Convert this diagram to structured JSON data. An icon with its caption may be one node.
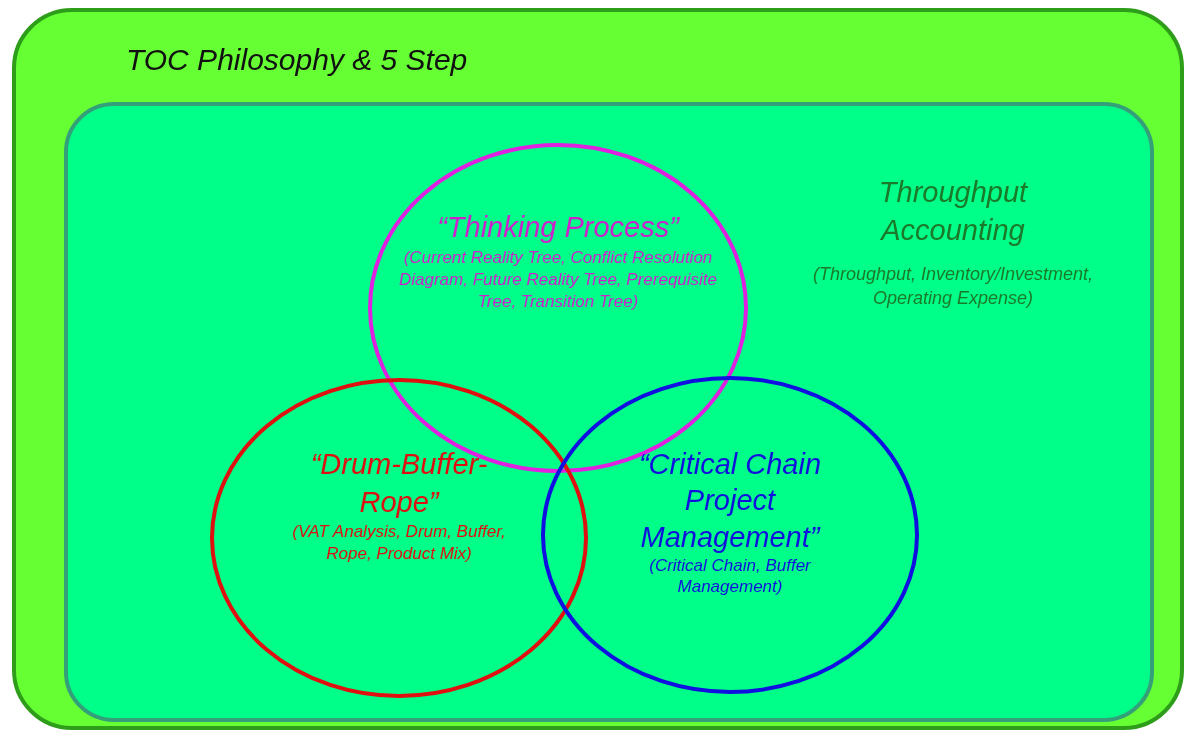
{
  "diagram": {
    "nodes": [
      {
        "text": [
          "TOC Philosophy & 5 Step"
        ]
      },
      {
        "text": [
          "Throughput Accounting",
          "(Throughput, Inventory/Investment, Operating Expense)"
        ],
        "in": 0
      },
      {
        "text": [
          "“Thinking Process”",
          "(Current Reality Tree, Conflict Resolution Diagram, Future Reality Tree, Prerequisite Tree, Transition Tree)"
        ],
        "in": 1
      },
      {
        "text": [
          "“Drum-Buffer-Rope”",
          "(VAT Analysis, Drum, Buffer, Rope, Product Mix)"
        ],
        "in": 1
      },
      {
        "text": [
          "“Critical Chain Project Management”",
          "(Critical Chain, Buffer Management)"
        ],
        "in": 1
      }
    ],
    "edges": []
  }
}
